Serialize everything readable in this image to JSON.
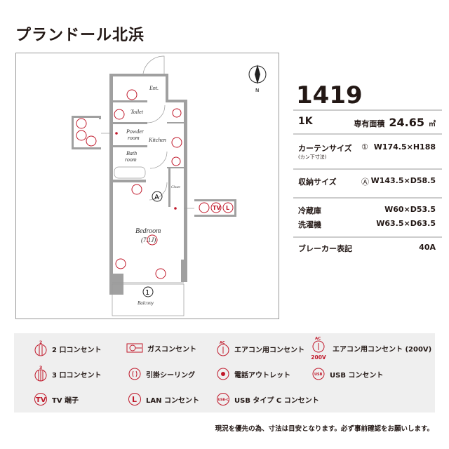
{
  "title": "プランドール北浜",
  "plan": {
    "rooms": {
      "ent": "Ent.",
      "toilet": "Toilet",
      "powder": "Powder",
      "powder2": "room",
      "kitchen": "Kitchen",
      "bath": "Bath",
      "bath2": "room",
      "closet": "Closet",
      "bedroom": "Bedroom",
      "bedroom_size": "(7.1J)",
      "balcony": "Balcony"
    },
    "markers": {
      "storage": "A",
      "curtain": "1"
    },
    "compass": "N"
  },
  "info": {
    "room_number": "1419",
    "type": "1K",
    "area_label": "専有面積",
    "area_value": "24.65",
    "area_unit": "㎡",
    "curtain_label": "カーテンサイズ",
    "curtain_sub": "(カン下寸法)",
    "curtain_marker": "①",
    "curtain_value": "W174.5×H188",
    "storage_label": "収納サイズ",
    "storage_marker": "Ⓐ",
    "storage_value": "W143.5×D58.5",
    "fridge_label": "冷蔵庫",
    "fridge_value": "W60×D53.5",
    "washer_label": "洗濯機",
    "washer_value": "W63.5×D63.5",
    "breaker_label": "ブレーカー表記",
    "breaker_value": "40A"
  },
  "legend": [
    {
      "label": "2 口コンセント",
      "icon": "outlet-2"
    },
    {
      "label": "ガスコンセント",
      "icon": "gas-outlet"
    },
    {
      "label": "エアコン用コンセント",
      "icon": "ac-outlet"
    },
    {
      "label": "エアコン用コンセント (200V)",
      "icon": "ac-outlet-200v"
    },
    {
      "label": "3 口コンセント",
      "icon": "outlet-3"
    },
    {
      "label": "引掛シーリング",
      "icon": "ceiling-hook"
    },
    {
      "label": "電話アウトレット",
      "icon": "phone-outlet"
    },
    {
      "label": "USB コンセント",
      "icon": "usb-outlet"
    },
    {
      "label": "TV 端子",
      "icon": "tv-terminal"
    },
    {
      "label": "LAN コンセント",
      "icon": "lan-outlet"
    },
    {
      "label": "USB タイプ C コンセント",
      "icon": "usb-c-outlet"
    }
  ],
  "legend_icon_text": {
    "two": "2",
    "three": "3",
    "ac": "AC",
    "v200": "200V",
    "tv": "TV",
    "lan": "L",
    "usb": "USB",
    "usbc": "USB-C"
  },
  "note": "現況を優先の為、寸法は目安となります。必ず事前確認をお願いします。",
  "colors": {
    "accent": "#c0182a",
    "wall": "#a0a0a0",
    "legend_bg": "#efefef"
  }
}
